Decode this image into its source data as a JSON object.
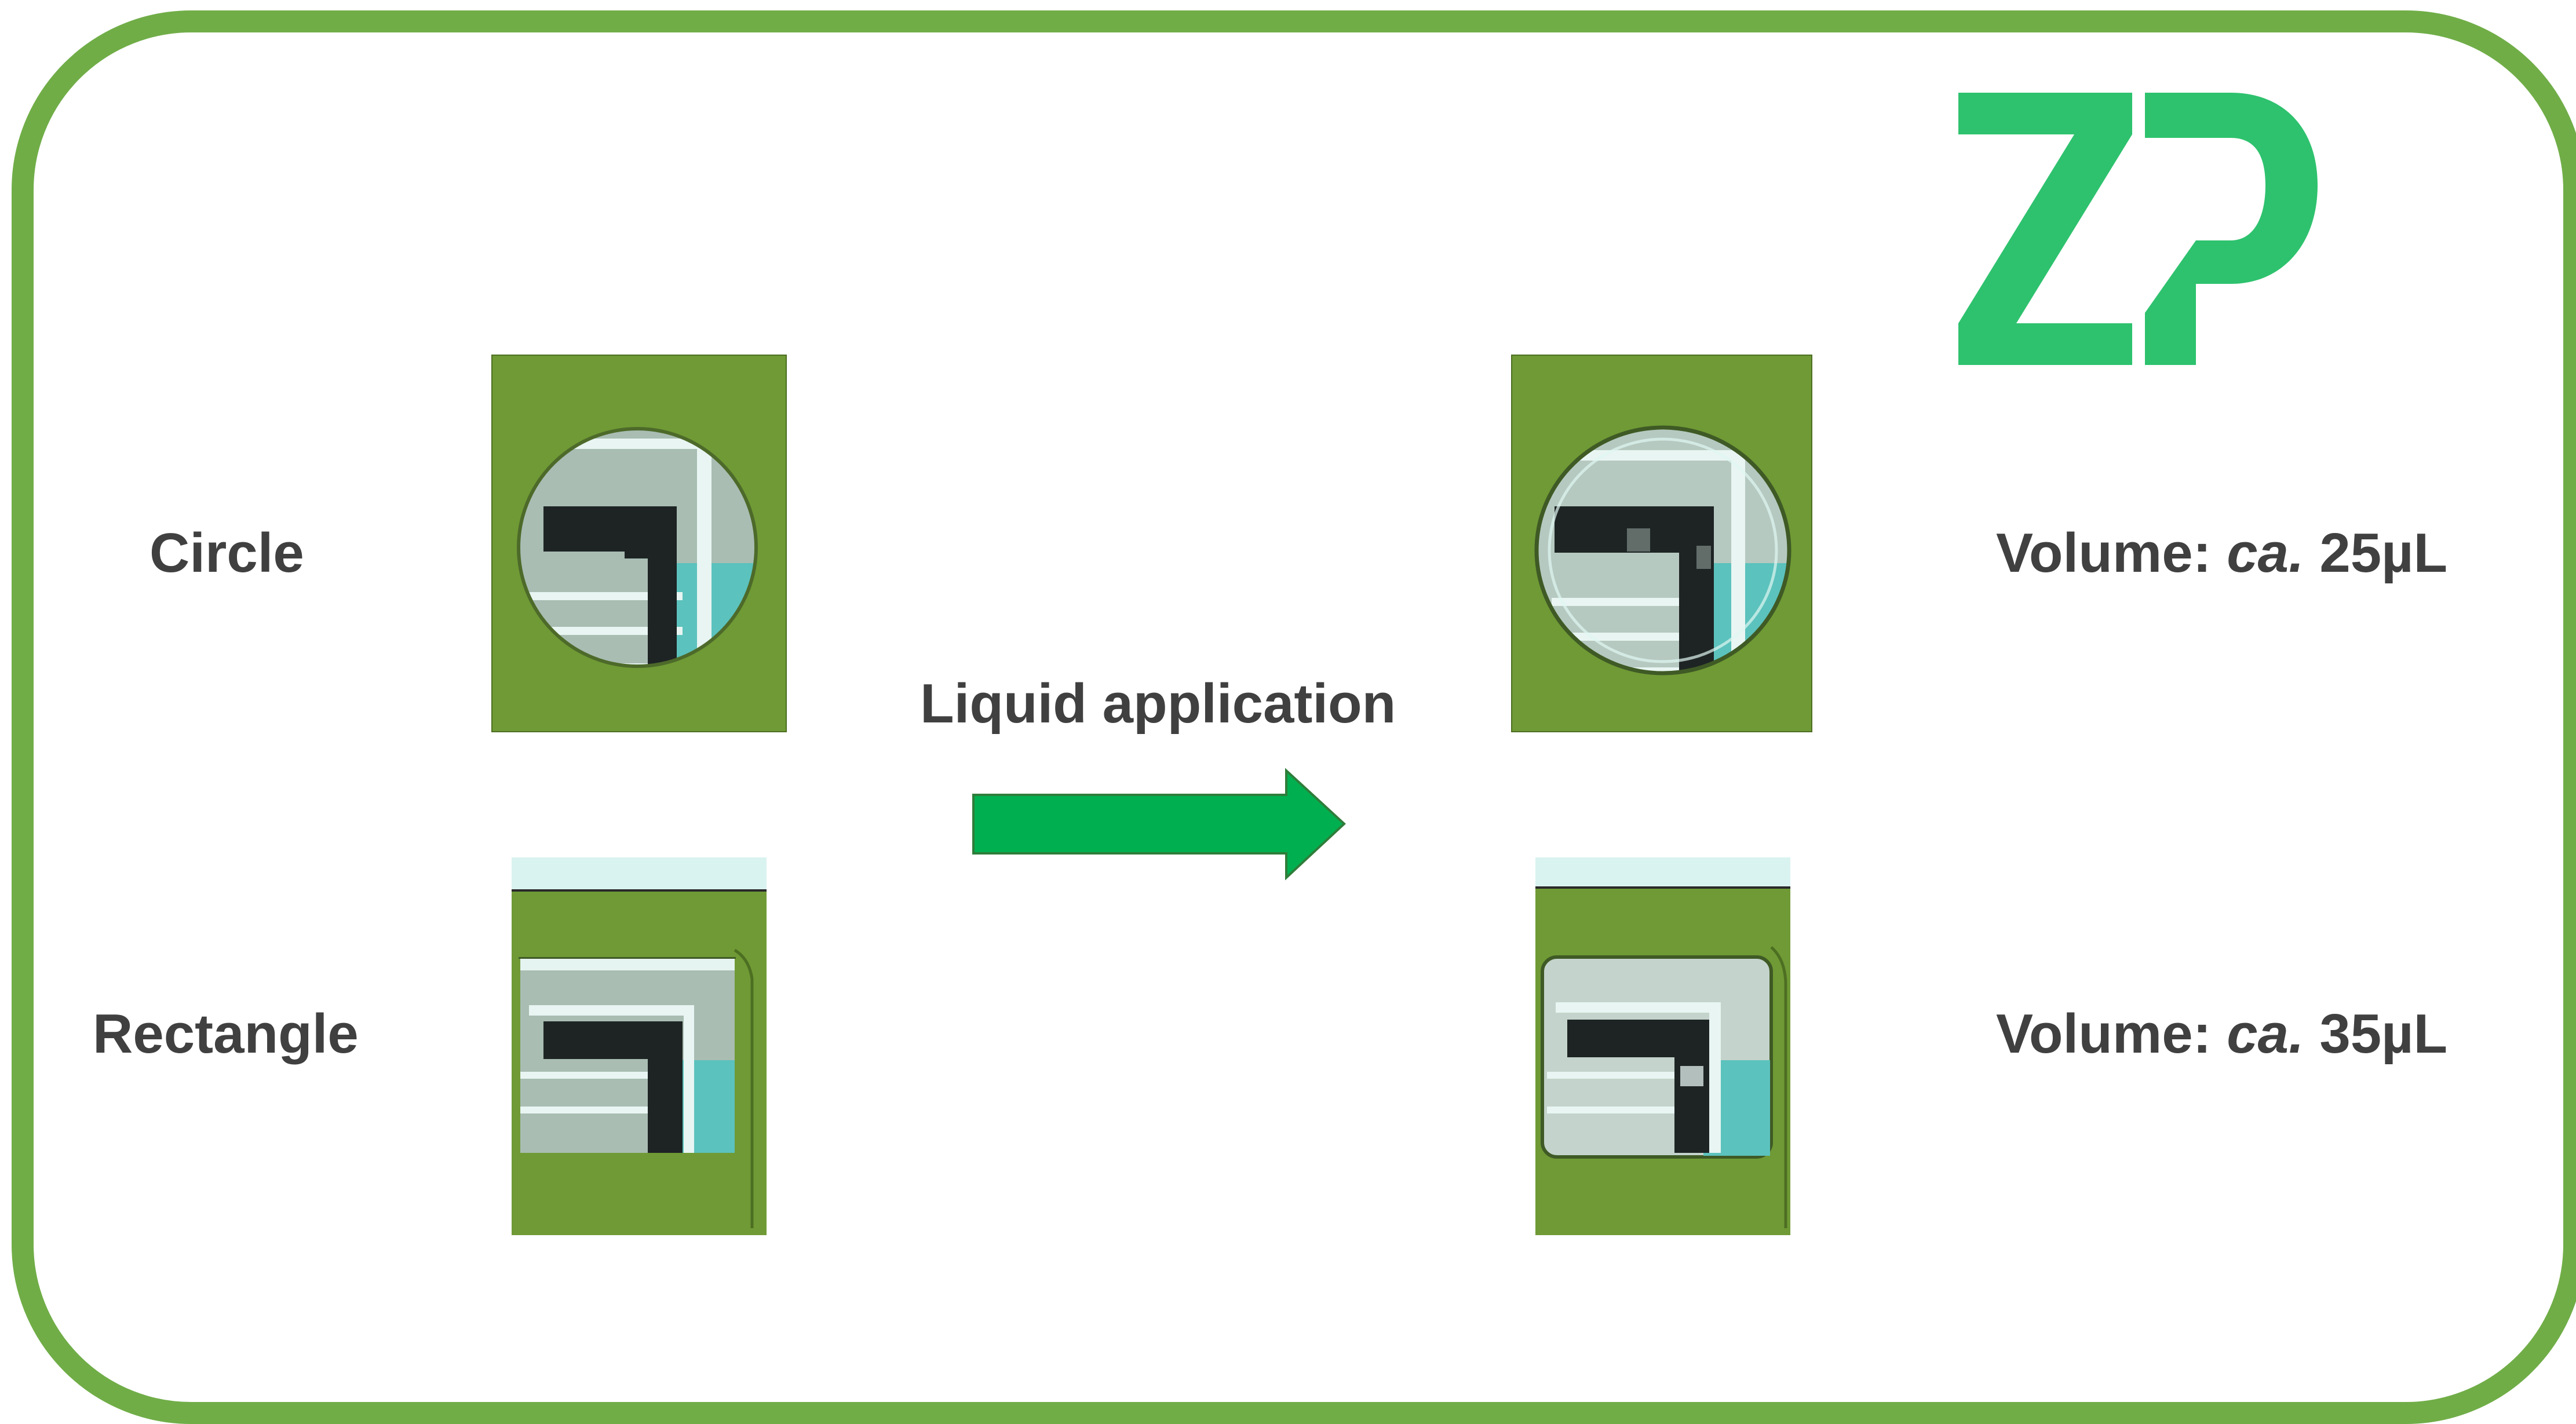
{
  "logo": {
    "text": "ZP",
    "color": "#2ec26e",
    "icon": "zp-logo"
  },
  "labels": {
    "circle": "Circle",
    "rectangle": "Rectangle",
    "process": "Liquid application",
    "volume_prefix": "Volume: ",
    "volume_ca": "ca.",
    "volume_circle": " 25µL",
    "volume_rectangle": " 35µL"
  },
  "colors": {
    "frame": "#70ad47",
    "arrow": "#00b050",
    "substrate": "#6f9a35",
    "text": "#404040"
  },
  "images": [
    {
      "name": "circle-dry-photo",
      "shape": "circle",
      "state": "dry"
    },
    {
      "name": "circle-wet-photo",
      "shape": "circle",
      "state": "liquid"
    },
    {
      "name": "rectangle-dry-photo",
      "shape": "rectangle",
      "state": "dry"
    },
    {
      "name": "rectangle-wet-photo",
      "shape": "rectangle",
      "state": "liquid"
    }
  ]
}
